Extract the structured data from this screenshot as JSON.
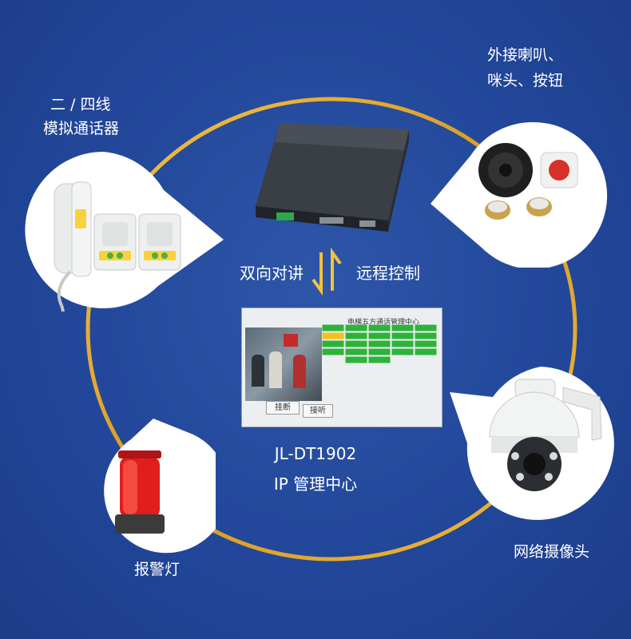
{
  "labels": {
    "two_four_wire_line1": "二 / 四线",
    "two_four_wire_line2": "模拟通话器",
    "external_line1": "外接喇叭、",
    "external_line2": "咪头、按钮",
    "intercom": "双向对讲",
    "remote_control": "远程控制",
    "model": "JL-DT1902",
    "center_name": "IP 管理中心",
    "alarm_light": "报警灯",
    "network_camera": "网络摄像头"
  },
  "screen": {
    "title": "电梯五方通话管理中心",
    "hangup_button": "挂断",
    "listen_button": "接听"
  },
  "colors": {
    "background": "#22479a",
    "ring": "#e0a72c",
    "screen_green": "#2fb23a",
    "screen_yellow": "#f2c21b"
  }
}
